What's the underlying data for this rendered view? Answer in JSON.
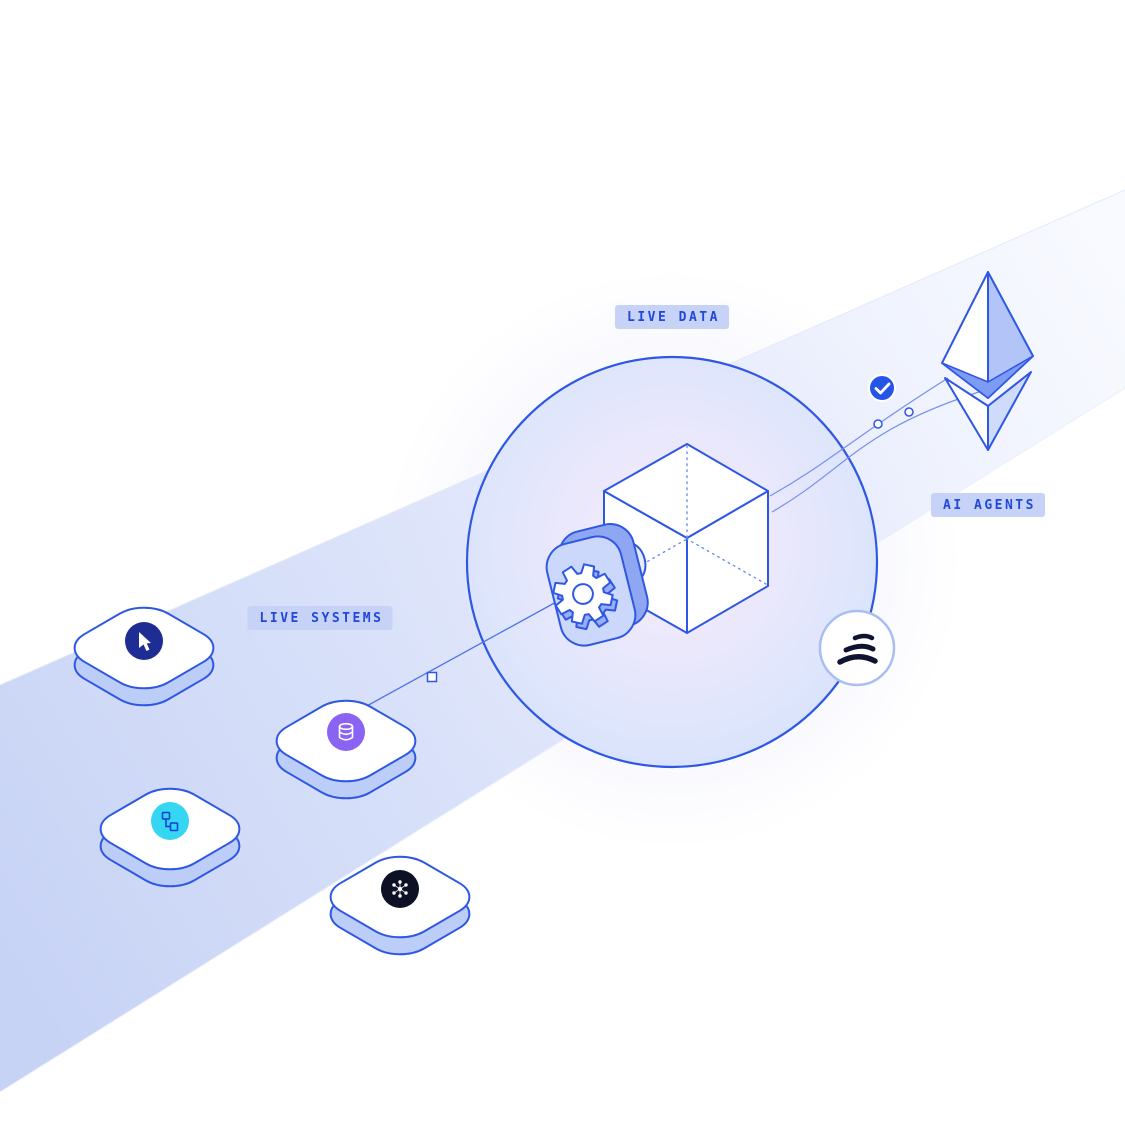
{
  "illustration": {
    "title": "live systems to AI agents data flow diagram",
    "labels": {
      "live_systems": "LIVE SYSTEMS",
      "live_data": "LIVE DATA",
      "ai_agents": "AI AGENTS"
    },
    "colors": {
      "accent_blue": "#2e57e3",
      "line_blue": "#7490ee",
      "pill_bg": "#c6d3f7",
      "pill_text": "#2247d9",
      "band_start": "#c7d3f5",
      "band_end": "#f8faff",
      "glow_center": "#f8eff9",
      "tile_face": "#ffffff",
      "tile_side": "#bccdf8",
      "tile_click_bg": "#1e2d94",
      "tile_database_bg": "#8a63f3",
      "tile_workflow_bg": "#35d6f2",
      "tile_graph_bg": "#0c1126",
      "check_badge_bg": "#2754e8",
      "sail_logo_navy": "#101430",
      "eth_fill_light": "#b3c5f8",
      "eth_belt": "#7e9bf3"
    },
    "tiles": [
      {
        "id": "click-tool",
        "icon": "cursor-click-icon"
      },
      {
        "id": "database",
        "icon": "database-icon"
      },
      {
        "id": "workflow",
        "icon": "workflow-icon"
      },
      {
        "id": "graph",
        "icon": "graph-nodes-icon"
      }
    ],
    "center": {
      "icon": "cube-icon",
      "connector_icon": "gear-icon"
    },
    "right": {
      "logo": "ethereum-icon",
      "badge": "check-icon",
      "circle_logo": "sail-logo-icon"
    }
  }
}
